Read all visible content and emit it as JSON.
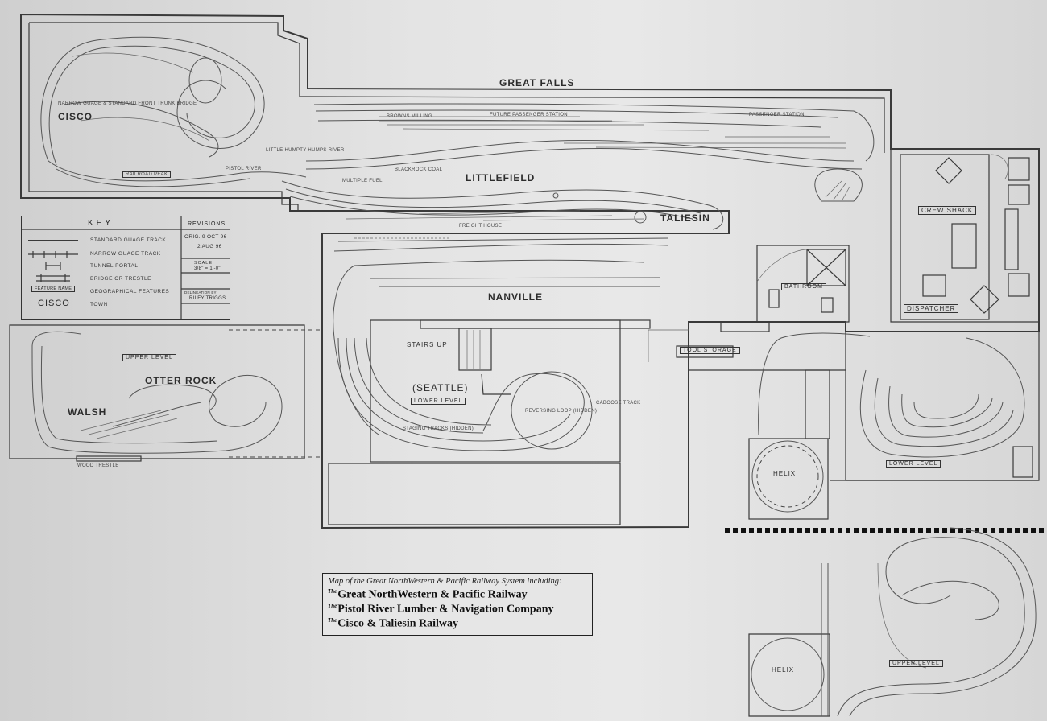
{
  "key": {
    "title": "KEY",
    "revisions_title": "REVISIONS",
    "items": [
      "STANDARD GUAGE TRACK",
      "NARROW GUAGE TRACK",
      "TUNNEL PORTAL",
      "BRIDGE OR TRESTLE",
      "GEOGRAPHICAL FEATURES",
      "TOWN"
    ],
    "feature_sample": "FEATURE NAME",
    "town_sample": "CISCO",
    "revisions": [
      "ORIG. 9 OCT 96",
      "2 AUG 96"
    ],
    "scale_title": "SCALE",
    "scale_value": "3/8\" = 1'-0\"",
    "delineation_title": "DELINEATION BY",
    "delineator": "RILEY TRIGGS"
  },
  "towns": {
    "great_falls": "GREAT FALLS",
    "cisco": "CISCO",
    "littlefield": "LITTLEFIELD",
    "taliesin": "TALIESIN",
    "nanville": "NANVILLE",
    "otter_rock": "OTTER ROCK",
    "walsh": "WALSH",
    "seattle": "(SEATTLE)"
  },
  "rooms": {
    "crew_shack": "CREW SHACK",
    "dispatcher": "DISPATCHER",
    "bathroom": "BATHROOM",
    "tool_storage": "TOOL STORAGE",
    "helix_lower": "HELIX",
    "helix_upper": "HELIX",
    "stairs": "STAIRS UP",
    "lower_level_seattle": "LOWER LEVEL",
    "upper_level_walsh": "UPPER LEVEL",
    "lower_level_east": "LOWER LEVEL",
    "upper_level_south": "UPPER LEVEL"
  },
  "features": [
    "NARROW GUAGE & STANDARD FRONT TRUNK BRIDGE",
    "BROWNS MILLING",
    "FUTURE PASSENGER STATION",
    "PASSENGER STATION",
    "LITTLE HUMPTY HUMPS RIVER",
    "RAILROAD PEAK",
    "PISTOL RIVER",
    "MULTIPLE FUEL",
    "BLACKROCK COAL",
    "FREIGHT HOUSE",
    "WOOD TRESTLE",
    "CABOOSE TRACK",
    "STAGING TRACKS (HIDDEN)",
    "REVERSING LOOP (HIDDEN)"
  ],
  "legend": {
    "caption": "Map of the Great NorthWestern & Pacific Railway System including:",
    "prefix": "The",
    "railways": [
      "Great NorthWestern & Pacific Railway",
      "Pistol River Lumber & Navigation Company",
      "Cisco & Taliesin Railway"
    ]
  },
  "colors": {
    "paper": "#e4e4e4",
    "ink": "#2c2c2c"
  }
}
